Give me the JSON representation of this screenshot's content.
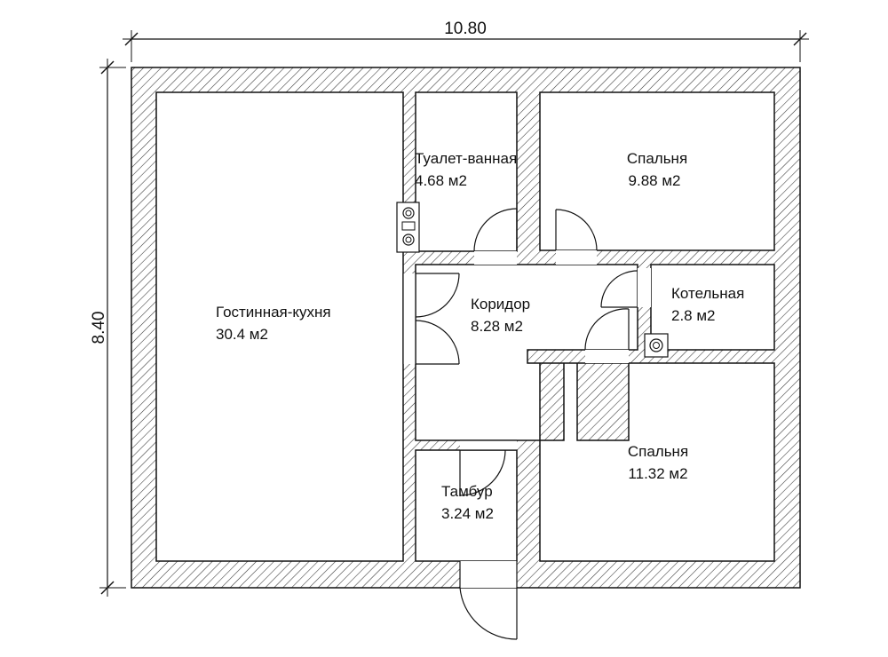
{
  "dimensions": {
    "width_label": "10.80",
    "height_label": "8.40"
  },
  "rooms": {
    "living_kitchen": {
      "name": "Гостинная-кухня",
      "area": "30.4 м2"
    },
    "toilet_bath": {
      "name": "Туалет-ванная",
      "area": "4.68 м2"
    },
    "bedroom_top": {
      "name": "Спальня",
      "area": "9.88 м2"
    },
    "corridor": {
      "name": "Коридор",
      "area": "8.28 м2"
    },
    "boiler_room": {
      "name": "Котельная",
      "area": "2.8 м2"
    },
    "bedroom_bottom": {
      "name": "Спальня",
      "area": "11.32 м2"
    },
    "vestibule": {
      "name": "Тамбур",
      "area": "3.24 м2"
    }
  },
  "colors": {
    "line": "#111111",
    "hatch": "#333333",
    "background": "#ffffff"
  }
}
